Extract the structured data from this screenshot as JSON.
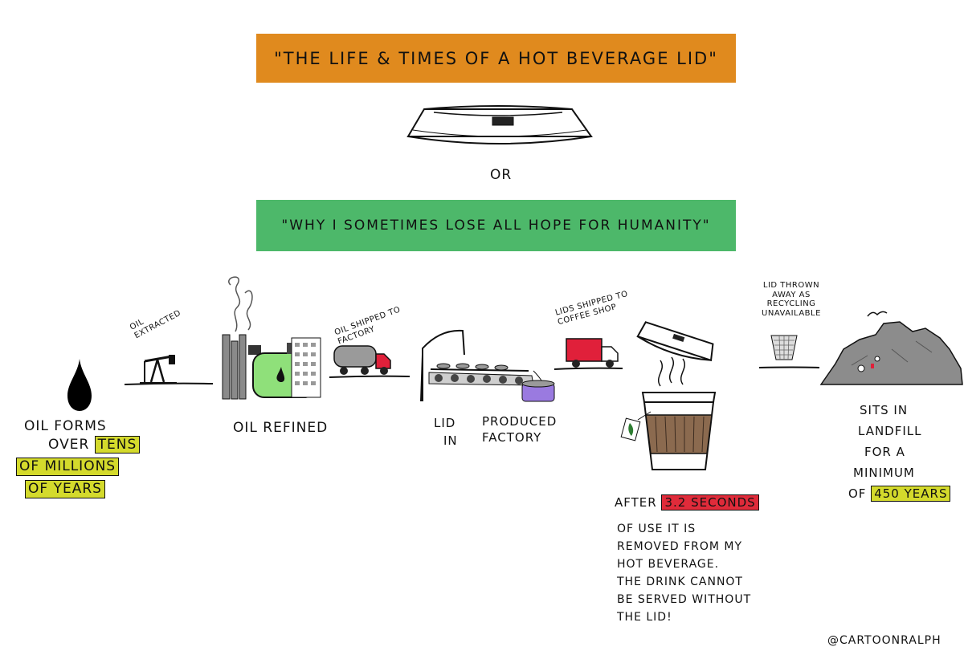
{
  "colors": {
    "title_bg": "#E08A1E",
    "subtitle_bg": "#4DB86A",
    "highlight_yellow": "#D4DA2C",
    "highlight_red": "#E02B3A",
    "tank_green": "#8FE07A",
    "cup_brown": "#8B6A4F",
    "landfill_gray": "#8C8C8C",
    "truck_red": "#E0203A"
  },
  "title": "\"The Life & Times of a Hot Beverage Lid\"",
  "or_text": "Or",
  "subtitle": "\"Why I sometimes lose all hope for humanity\"",
  "stages": {
    "oil_forms": {
      "line1": "Oil forms",
      "line2_pre": "over",
      "line2_hl": "tens",
      "line3_hl": "of millions",
      "line4_hl": "of years"
    },
    "extracted": "Oil extracted",
    "refined": "Oil refined",
    "shipped_factory": "Oil shipped to factory",
    "lid_produced": {
      "w1": "Lid",
      "w2": "produced",
      "w3": "in",
      "w4": "factory"
    },
    "shipped_shop": "Lids shipped to coffee shop",
    "thrown_away": {
      "l1": "Lid thrown",
      "l2": "away as",
      "l3": "recycling",
      "l4": "unavailable"
    },
    "landfill": {
      "l1": "Sits in",
      "l2": "landfill",
      "l3": "for a",
      "l4": "minimum",
      "l5_pre": "of",
      "l5_hl": "450 years"
    }
  },
  "after": {
    "pre": "After",
    "hl": "3.2 seconds",
    "lines": [
      "of use it is",
      "removed from my",
      "hot beverage.",
      "The drink cannot",
      "be served without",
      "the lid!"
    ]
  },
  "credit": "@cartoonralph",
  "icons": [
    "oil-drop-icon",
    "pump-jack-icon",
    "refinery-icon",
    "tanker-truck-icon",
    "conveyor-factory-icon",
    "delivery-truck-icon",
    "coffee-cup-icon",
    "bin-icon",
    "landfill-icon",
    "bird-icon"
  ]
}
